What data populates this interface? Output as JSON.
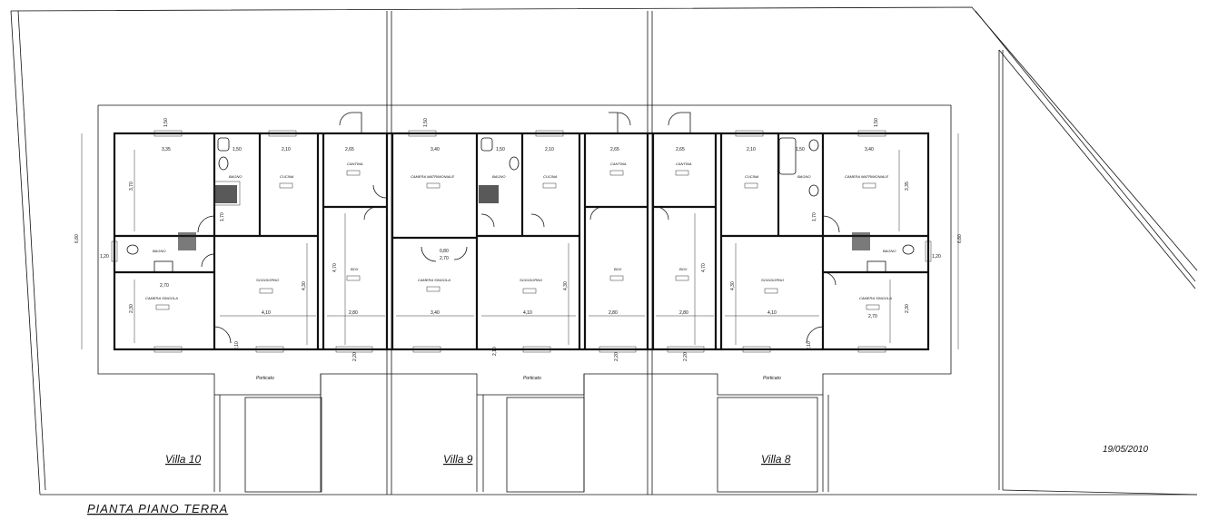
{
  "drawing_title": "PIANTA PIANO TERRA",
  "date": "19/05/2010",
  "villas": [
    {
      "id": "villa10",
      "label": "Villa 10"
    },
    {
      "id": "villa9",
      "label": "Villa 9"
    },
    {
      "id": "villa8",
      "label": "Villa 8"
    }
  ],
  "porch_label": "Porticato",
  "room_labels": {
    "camera_singola": "CAMERA SINGOLA",
    "camera_matrimoniale": "CAMERA MATRIMONIALE",
    "soggiorno": "SOGGIORNO",
    "cucina": "CUCINA",
    "bagno": "BAGNO",
    "box": "BOX",
    "cantina": "CANTINA"
  },
  "dimensions": {
    "overall_depth": "6,80",
    "liv_width": "4,10",
    "liv_depth": "4,30",
    "bed_width": "2,70",
    "bed_depth": "2,30",
    "box_width": "2,80",
    "box_depth": "4,70",
    "kitchen_depth": "3,70",
    "door_h": "2,10",
    "door_w": "0,80",
    "win_h": "1,50",
    "window_sill": "1,20",
    "bath_w": "1,50",
    "cant_w": "2,65",
    "mat_w": "3,40",
    "mat_d": "3,35",
    "kit_w": "2,10",
    "bath_d": "1,70",
    "garage_d": "2,20",
    "bed2_w": "3,35"
  }
}
